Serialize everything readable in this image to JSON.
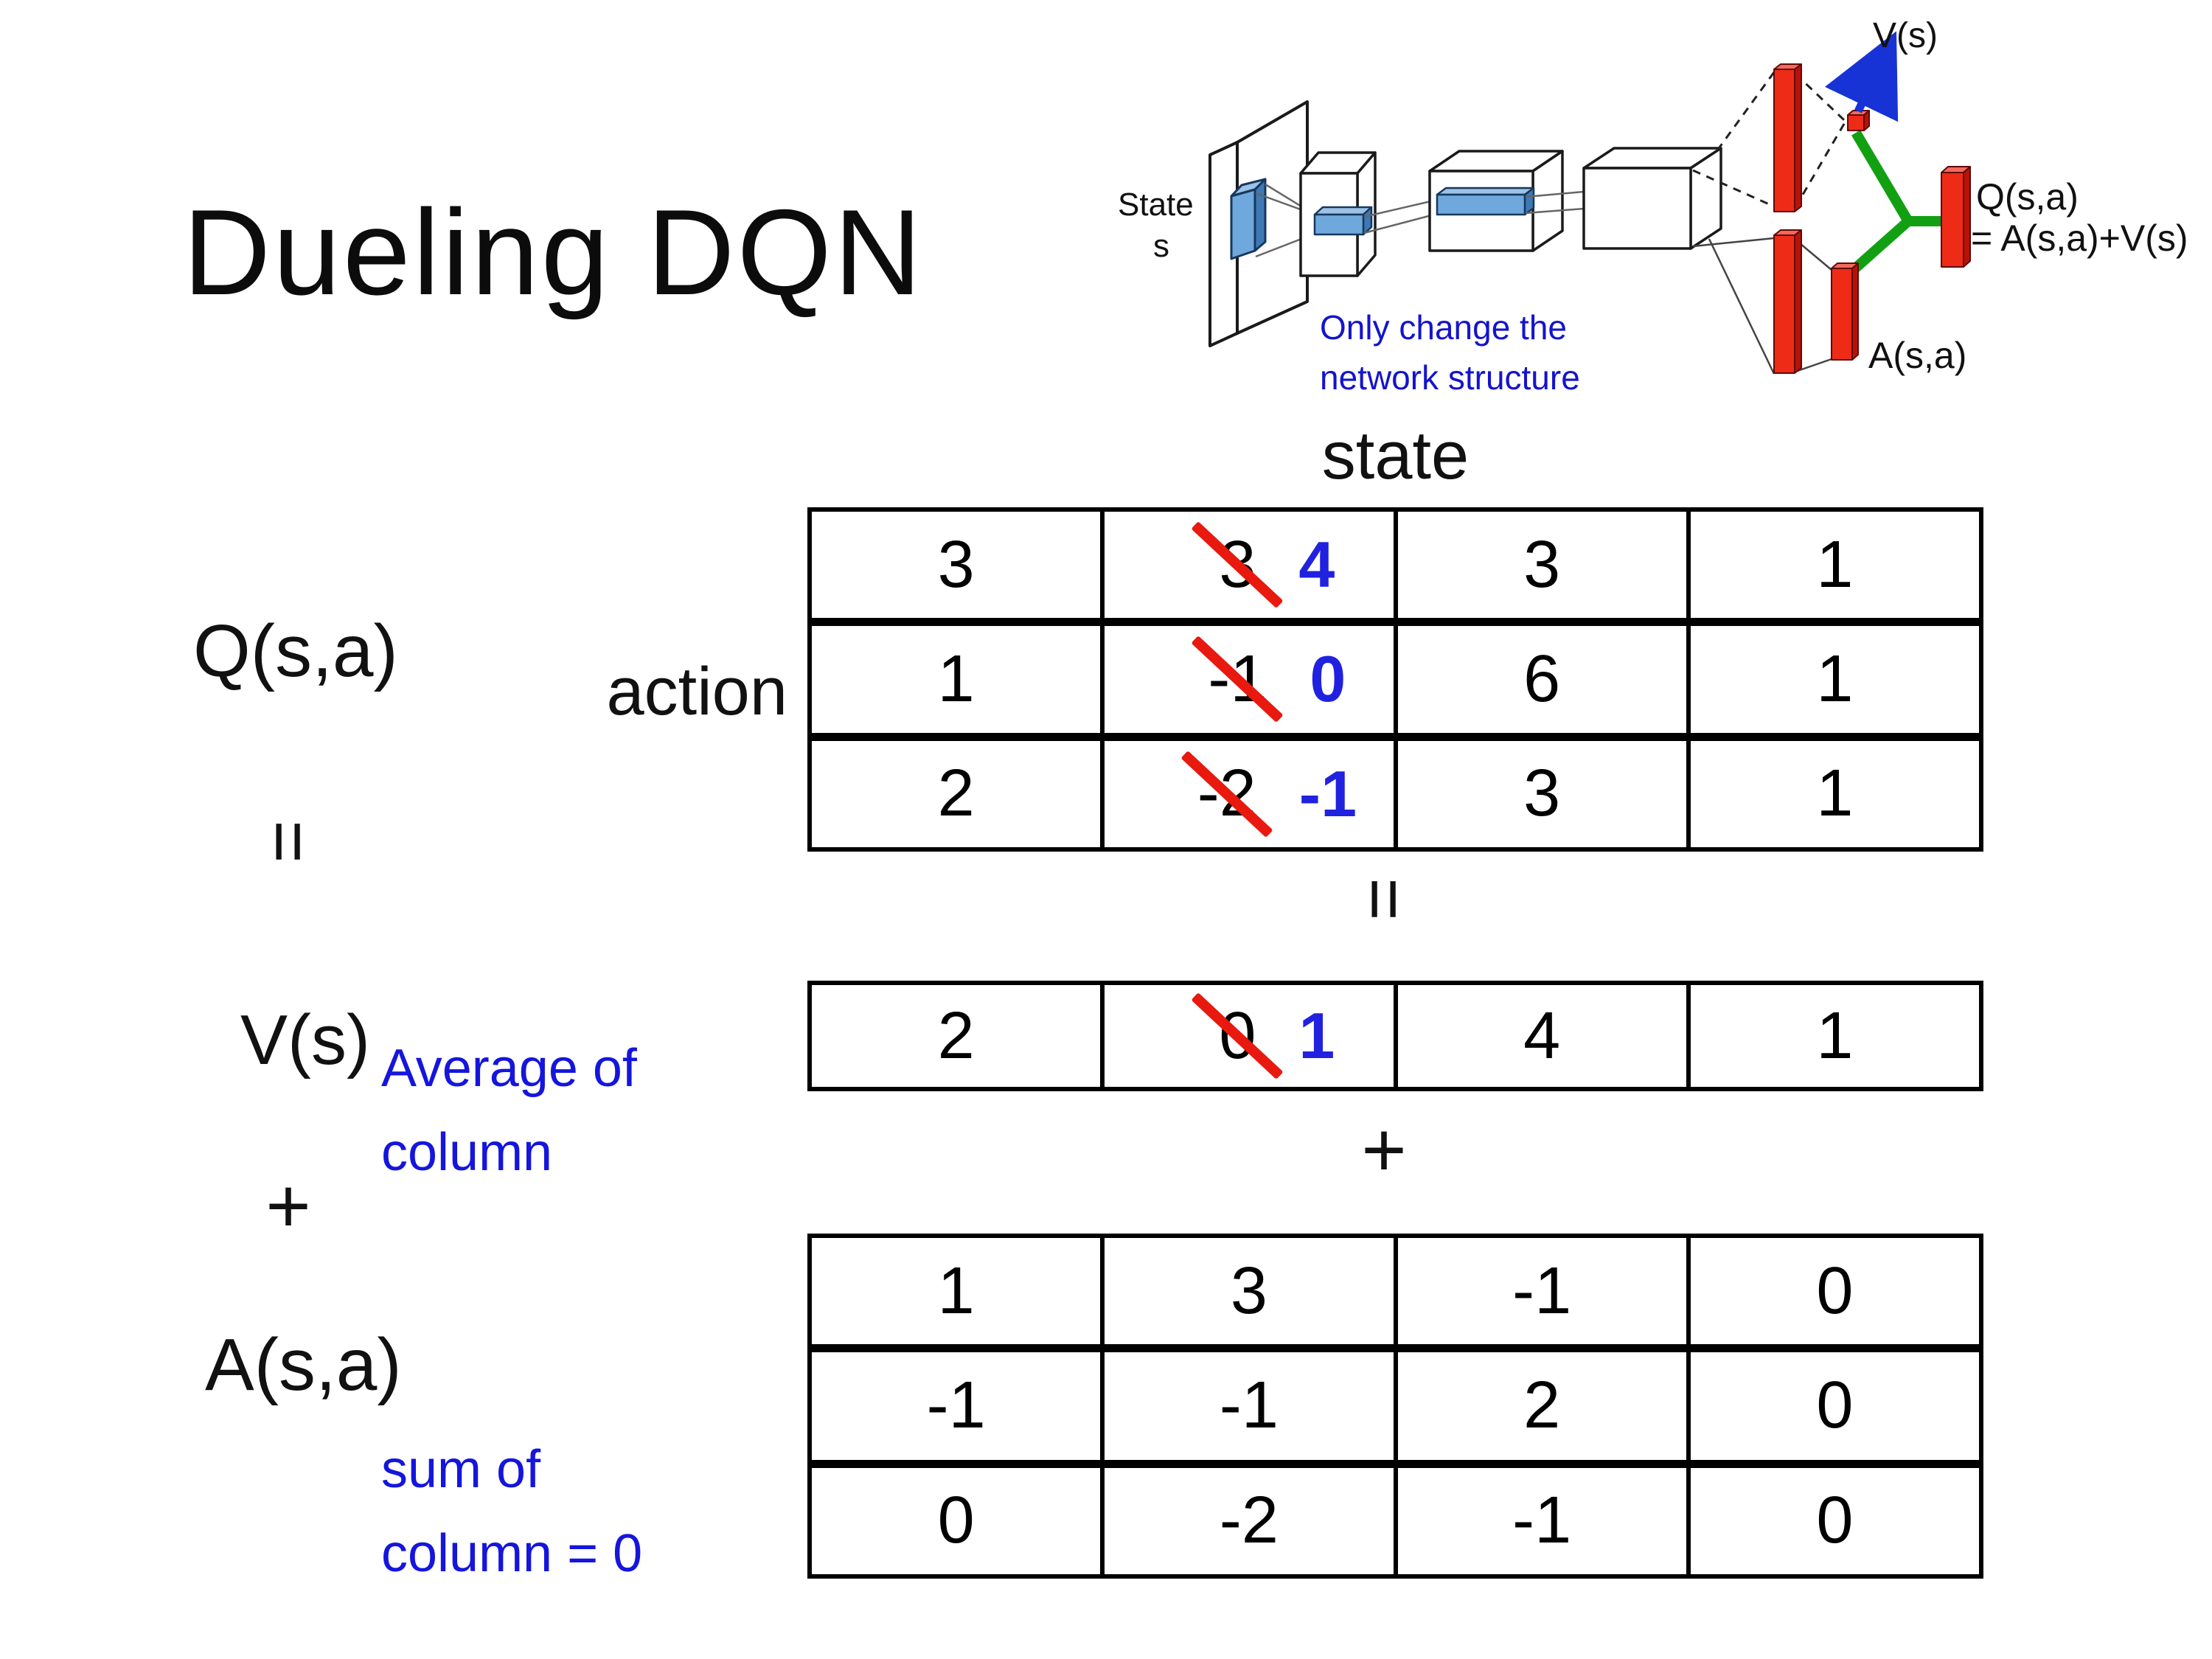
{
  "title": "Dueling DQN",
  "diagram": {
    "state_label": "State",
    "state_sub": "s",
    "v_label": "V(s)",
    "q_label_line1": "Q(s,a)",
    "q_label_line2": "= A(s,a)+V(s)",
    "a_label": "A(s,a)",
    "note_line1": "Only change the",
    "note_line2": "network structure",
    "colors": {
      "red_bar": "#ee2b17",
      "green_link": "#12a012",
      "blue_arrow": "#1733d6",
      "conv_blue": "#6fa8dc",
      "note_blue": "#1414cc"
    }
  },
  "matrix": {
    "state_header": "state",
    "action_label": "action",
    "q_label": "Q(s,a)",
    "equals_left": "=",
    "equals_center": "=",
    "v_label": "V(s)",
    "avg_note_line1": "Average of",
    "avg_note_line2": "column",
    "plus_left": "+",
    "plus_center": "+",
    "a_label": "A(s,a)",
    "sum_note_line1": "sum of",
    "sum_note_line2": "column = 0",
    "q": [
      [
        "3",
        {
          "old": "3",
          "new": "4"
        },
        "3",
        "1"
      ],
      [
        "1",
        {
          "old": "-1",
          "new": "0"
        },
        "6",
        "1"
      ],
      [
        "2",
        {
          "old": "-2",
          "new": "-1"
        },
        "3",
        "1"
      ]
    ],
    "v": [
      "2",
      {
        "old": "0",
        "new": "1"
      },
      "4",
      "1"
    ],
    "a": [
      [
        "1",
        "3",
        "-1",
        "0"
      ],
      [
        "-1",
        "-1",
        "2",
        "0"
      ],
      [
        "0",
        "-2",
        "-1",
        "0"
      ]
    ]
  }
}
